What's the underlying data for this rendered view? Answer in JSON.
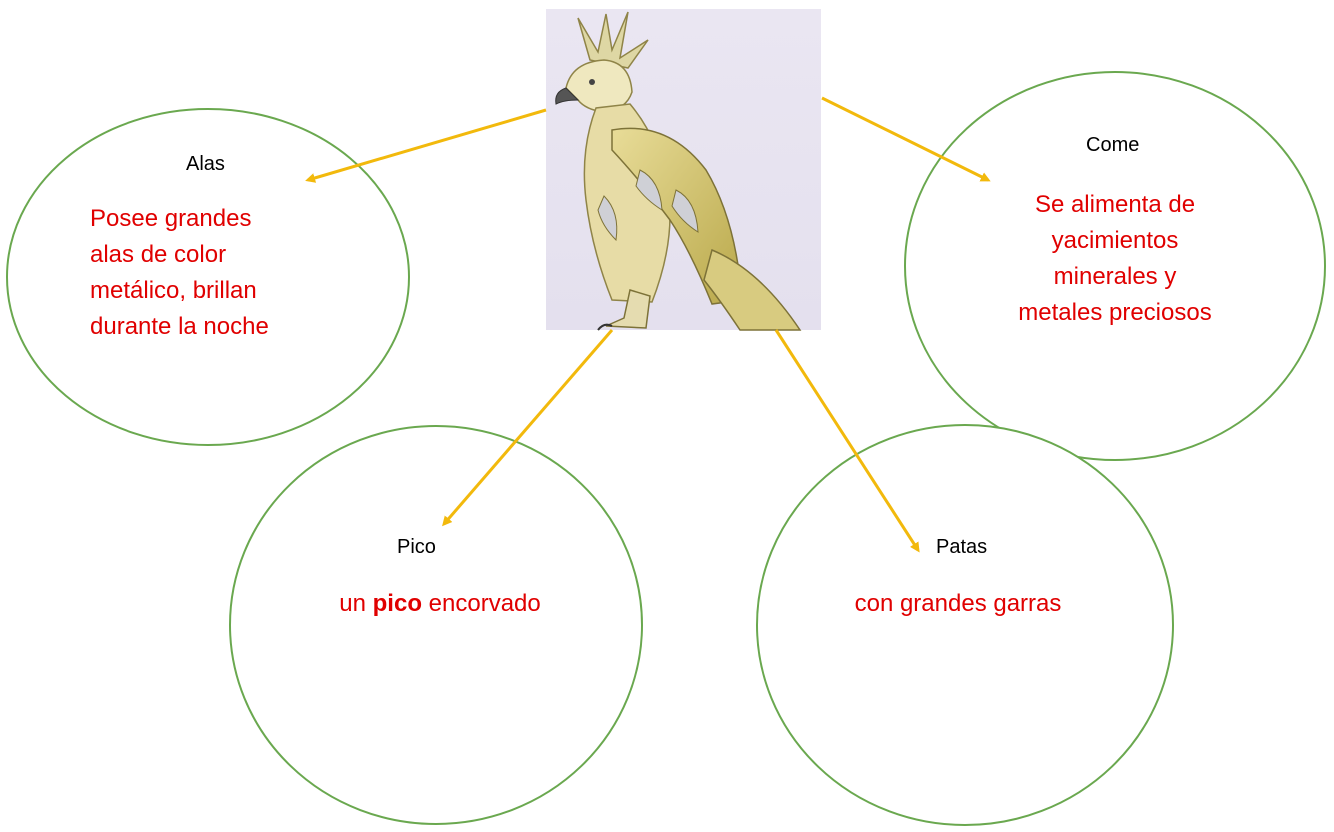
{
  "colors": {
    "ellipse_stroke": "#6aa84f",
    "arrow": "#f2b90c",
    "title_text": "#000000",
    "body_text": "#e00000"
  },
  "center_image": {
    "name": "golden-griffin-bird-illustration"
  },
  "nodes": {
    "alas": {
      "title": "Alas",
      "lines": [
        "Posee grandes",
        "alas de color",
        "metálico,  brillan",
        "durante la noche"
      ]
    },
    "come": {
      "title": "Come",
      "lines": [
        "Se alimenta de",
        "yacimientos",
        "minerales y",
        "metales preciosos"
      ]
    },
    "pico": {
      "title": "Pico",
      "body_pre": "un ",
      "body_bold": "pico",
      "body_post": " encorvado"
    },
    "patas": {
      "title": "Patas",
      "lines": [
        "con grandes garras"
      ]
    }
  }
}
